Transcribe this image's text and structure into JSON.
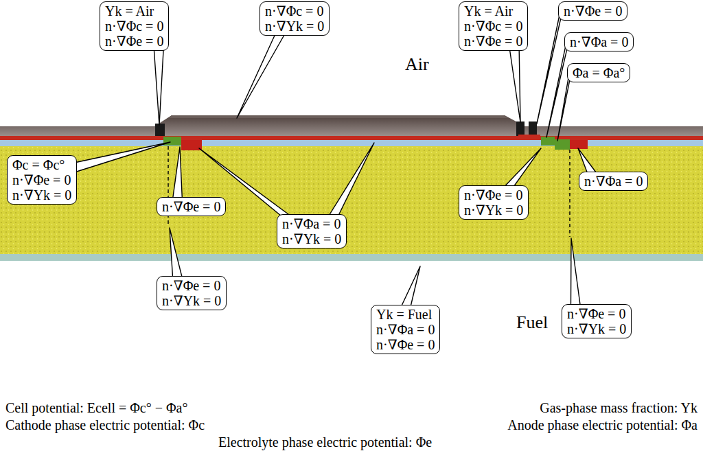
{
  "diagram": {
    "nodes": [
      {
        "text": [
          "Yk = Air",
          "n·∇Φc = 0",
          "n·∇Φe = 0"
        ]
      },
      {
        "text": [
          "n·∇Φc = 0",
          "n·∇Yk = 0"
        ]
      },
      {
        "text": [
          "Yk = Air",
          "n·∇Φc = 0",
          "n·∇Φe = 0"
        ]
      },
      {
        "text": [
          "n·∇Φe = 0"
        ]
      },
      {
        "text": [
          "n·∇Φa = 0"
        ]
      },
      {
        "text": [
          "Φa = Φa°"
        ]
      },
      {
        "text": [
          "Φc = Φc°",
          "n·∇Φe = 0",
          "n·∇Yk = 0"
        ]
      },
      {
        "text": [
          "n·∇Φe = 0"
        ]
      },
      {
        "text": [
          "n·∇Φa = 0",
          "n·∇Yk = 0"
        ]
      },
      {
        "text": [
          "n·∇Φe = 0",
          "n·∇Yk = 0"
        ]
      },
      {
        "text": [
          "n·∇Φa = 0"
        ]
      },
      {
        "text": [
          "n·∇Φe = 0",
          "n·∇Yk = 0"
        ]
      },
      {
        "text": [
          "Yk = Fuel",
          "n·∇Φa = 0",
          "n·∇Φe = 0"
        ]
      },
      {
        "text": [
          "n·∇Φe = 0",
          "n·∇Yk = 0"
        ]
      }
    ],
    "labels": [
      "Air",
      "Fuel",
      "Cell potential: Ecell = Φc° − Φa°",
      "Gas-phase mass fraction: Yk",
      "Cathode phase electric potential: Φc",
      "Anode phase electric potential: Φa",
      "Electrolyte phase electric potential: Φe"
    ]
  }
}
